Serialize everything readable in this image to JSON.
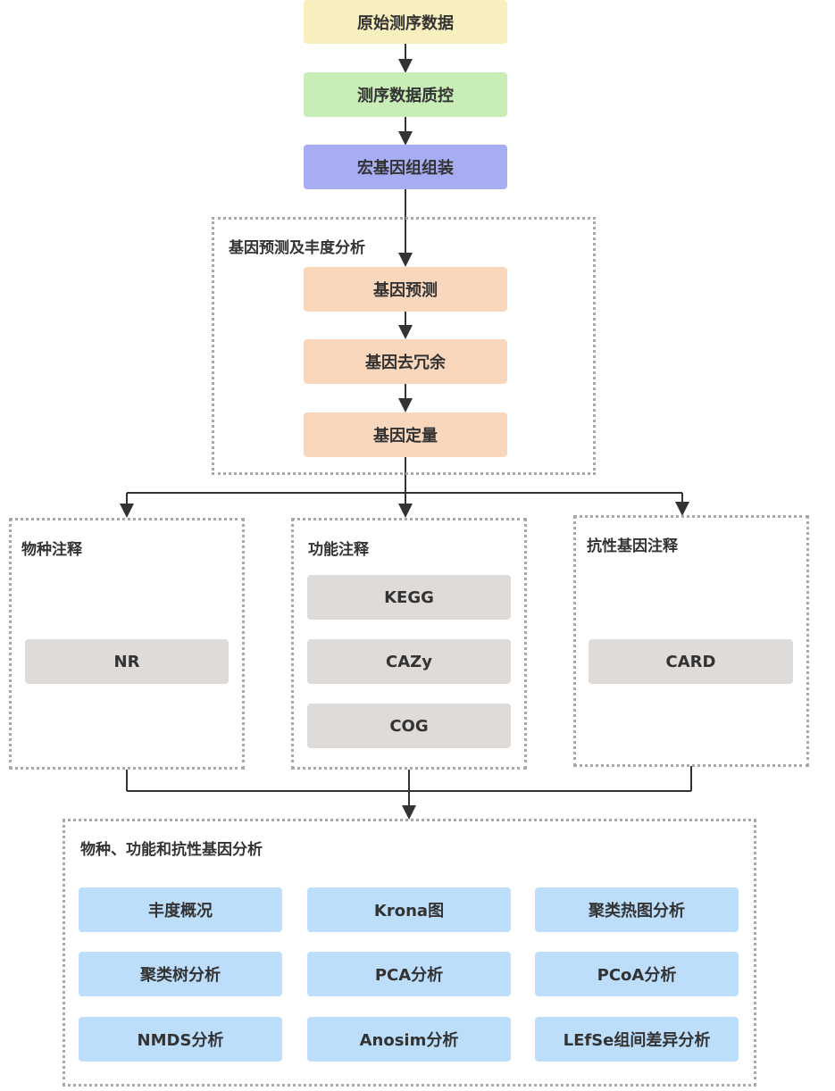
{
  "colors": {
    "raw": "#f8efbf",
    "qc": "#c8edb6",
    "assembly": "#a7adf2",
    "gene": "#f9d7bc",
    "annotation": "#dedbd9",
    "analysis": "#bcdefb",
    "line": "#333333",
    "dotted_border": "#a9a9a9"
  },
  "pipeline": {
    "raw_data": "原始测序数据",
    "qc": "测序数据质控",
    "assembly": "宏基因组组装"
  },
  "gene_group": {
    "title": "基因预测及丰度分析",
    "prediction": "基因预测",
    "dedup": "基因去冗余",
    "quant": "基因定量"
  },
  "species_group": {
    "title": "物种注释",
    "nr": "NR"
  },
  "function_group": {
    "title": "功能注释",
    "kegg": "KEGG",
    "cazy": "CAZy",
    "cog": "COG"
  },
  "resistance_group": {
    "title": "抗性基因注释",
    "card": "CARD"
  },
  "analysis_group": {
    "title": "物种、功能和抗性基因分析",
    "items": [
      "丰度概况",
      "Krona图",
      "聚类热图分析",
      "聚类树分析",
      "PCA分析",
      "PCoA分析",
      "NMDS分析",
      "Anosim分析",
      "LEfSe组间差异分析"
    ]
  }
}
